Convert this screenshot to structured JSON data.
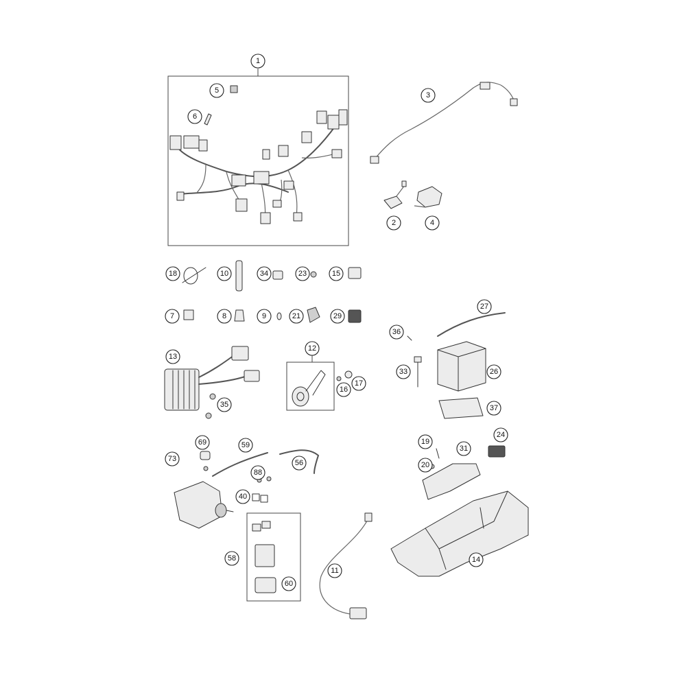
{
  "callouts": [
    {
      "id": "c1",
      "label": "1"
    },
    {
      "id": "c2",
      "label": "2"
    },
    {
      "id": "c3",
      "label": "3"
    },
    {
      "id": "c4",
      "label": "4"
    },
    {
      "id": "c5",
      "label": "5"
    },
    {
      "id": "c6",
      "label": "6"
    },
    {
      "id": "c7",
      "label": "7"
    },
    {
      "id": "c8",
      "label": "8"
    },
    {
      "id": "c9",
      "label": "9"
    },
    {
      "id": "c10",
      "label": "10"
    },
    {
      "id": "c11",
      "label": "11"
    },
    {
      "id": "c12",
      "label": "12"
    },
    {
      "id": "c13",
      "label": "13"
    },
    {
      "id": "c14",
      "label": "14"
    },
    {
      "id": "c15",
      "label": "15"
    },
    {
      "id": "c16",
      "label": "16"
    },
    {
      "id": "c17",
      "label": "17"
    },
    {
      "id": "c18",
      "label": "18"
    },
    {
      "id": "c19",
      "label": "19"
    },
    {
      "id": "c20",
      "label": "20"
    },
    {
      "id": "c21",
      "label": "21"
    },
    {
      "id": "c23",
      "label": "23"
    },
    {
      "id": "c24",
      "label": "24"
    },
    {
      "id": "c26",
      "label": "26"
    },
    {
      "id": "c27",
      "label": "27"
    },
    {
      "id": "c29",
      "label": "29"
    },
    {
      "id": "c31",
      "label": "31"
    },
    {
      "id": "c33",
      "label": "33"
    },
    {
      "id": "c34",
      "label": "34"
    },
    {
      "id": "c35",
      "label": "35"
    },
    {
      "id": "c36",
      "label": "36"
    },
    {
      "id": "c37",
      "label": "37"
    },
    {
      "id": "c40",
      "label": "40"
    },
    {
      "id": "c56",
      "label": "56"
    },
    {
      "id": "c58",
      "label": "58"
    },
    {
      "id": "c59",
      "label": "59"
    },
    {
      "id": "c60",
      "label": "60"
    },
    {
      "id": "c69",
      "label": "69"
    },
    {
      "id": "c73",
      "label": "73"
    },
    {
      "id": "c88",
      "label": "88"
    }
  ],
  "colors": {
    "line": "#333333",
    "callout_stroke": "#222222",
    "background": "#ffffff"
  }
}
